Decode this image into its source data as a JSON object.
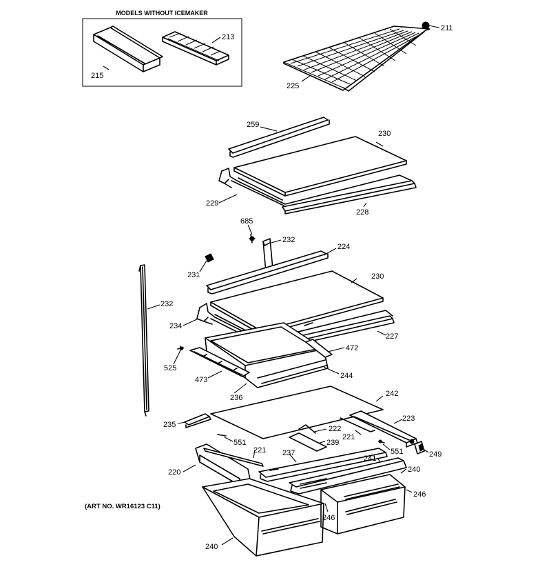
{
  "inset": {
    "title": "MODELS WITHOUT ICEMAKER"
  },
  "art_number": "(ART NO. WR16123 C11)",
  "callouts": [
    {
      "id": "c215",
      "text": "215"
    },
    {
      "id": "c213",
      "text": "213"
    },
    {
      "id": "c211",
      "text": "211"
    },
    {
      "id": "c225",
      "text": "225"
    },
    {
      "id": "c259",
      "text": "259"
    },
    {
      "id": "c230a",
      "text": "230"
    },
    {
      "id": "c229",
      "text": "229"
    },
    {
      "id": "c228",
      "text": "228"
    },
    {
      "id": "c685",
      "text": "685"
    },
    {
      "id": "c232a",
      "text": "232"
    },
    {
      "id": "c224",
      "text": "224"
    },
    {
      "id": "c231",
      "text": "231"
    },
    {
      "id": "c230b",
      "text": "230"
    },
    {
      "id": "c232b",
      "text": "232"
    },
    {
      "id": "c234",
      "text": "234"
    },
    {
      "id": "c227",
      "text": "227"
    },
    {
      "id": "c472",
      "text": "472"
    },
    {
      "id": "c525",
      "text": "525"
    },
    {
      "id": "c473",
      "text": "473"
    },
    {
      "id": "c244",
      "text": "244"
    },
    {
      "id": "c236",
      "text": "236"
    },
    {
      "id": "c242",
      "text": "242"
    },
    {
      "id": "c235",
      "text": "235"
    },
    {
      "id": "c222",
      "text": "222"
    },
    {
      "id": "c223",
      "text": "223"
    },
    {
      "id": "c221a",
      "text": "221"
    },
    {
      "id": "c551a",
      "text": "551"
    },
    {
      "id": "c239",
      "text": "239"
    },
    {
      "id": "c221b",
      "text": "221"
    },
    {
      "id": "c237",
      "text": "237"
    },
    {
      "id": "c551b",
      "text": "551"
    },
    {
      "id": "c249",
      "text": "249"
    },
    {
      "id": "c241",
      "text": "241"
    },
    {
      "id": "c240a",
      "text": "240"
    },
    {
      "id": "c220",
      "text": "220"
    },
    {
      "id": "c246a",
      "text": "246"
    },
    {
      "id": "c246b",
      "text": "246"
    },
    {
      "id": "c240b",
      "text": "240"
    }
  ]
}
